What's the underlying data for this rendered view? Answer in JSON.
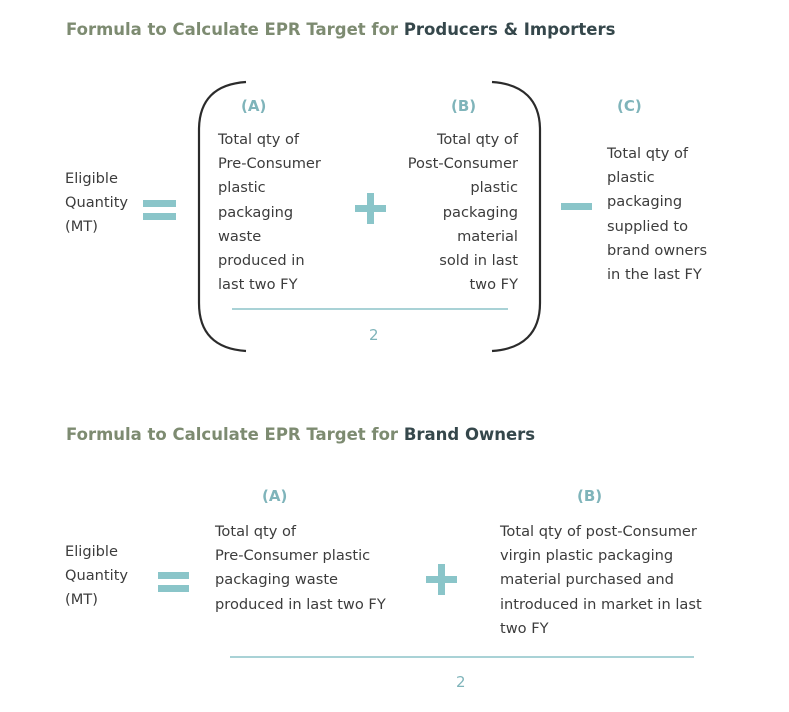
{
  "section1": {
    "heading_prefix": "Formula to Calculate EPR Target for ",
    "heading_highlight": "Producers & Importers",
    "lhs": [
      "Eligible",
      "Quantity",
      "(MT)"
    ],
    "a_label": "(A)",
    "a_text": [
      "Total qty of",
      "Pre-Consumer",
      "plastic",
      "packaging",
      "waste",
      "produced in",
      "last two FY"
    ],
    "b_label": "(B)",
    "b_text": [
      "Total qty of",
      "Post-Consumer",
      "plastic",
      "packaging",
      "material",
      "sold in last",
      "two FY"
    ],
    "c_label": "(C)",
    "c_text": [
      "Total qty of",
      "plastic",
      "packaging",
      "supplied to",
      "brand owners",
      "in the last FY"
    ],
    "denominator": "2"
  },
  "section2": {
    "heading_prefix": "Formula to Calculate EPR Target for ",
    "heading_highlight": "Brand Owners",
    "lhs": [
      "Eligible",
      "Quantity",
      "(MT)"
    ],
    "a_label": "(A)",
    "a_text": [
      "Total qty of",
      "Pre-Consumer plastic",
      "packaging waste",
      "produced in last two FY"
    ],
    "b_label": "(B)",
    "b_text": [
      "Total qty of post-Consumer",
      "virgin plastic packaging",
      "material purchased and",
      "introduced in market in last",
      "two FY"
    ],
    "denominator": "2"
  },
  "colors": {
    "heading_gray": "#7d8b71",
    "heading_dark": "#35474b",
    "teal": "#7fb4ba",
    "operator": "#8ac5c9",
    "bracket": "#2b2b2b"
  }
}
